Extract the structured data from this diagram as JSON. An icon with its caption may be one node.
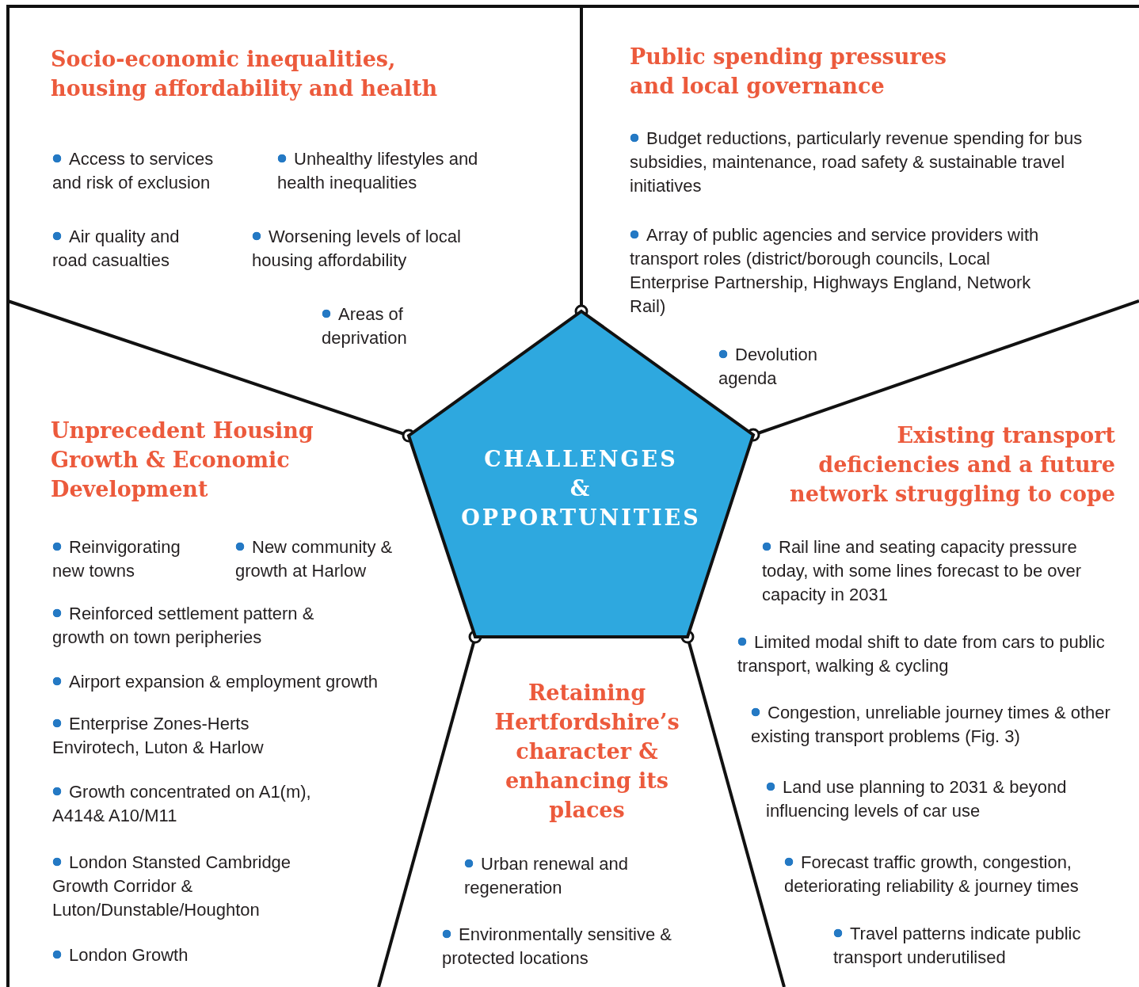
{
  "diagram": {
    "nodes": [
      {
        "text": [
          "CHALLENGES & OPPORTUNITIES"
        ]
      },
      {
        "text": [
          "Socio-economic inequalities, housing affordability and health",
          "Access to services and risk of exclusion",
          "Unhealthy lifestyles and health inequalities",
          "Air quality and road casualties",
          "Worsening levels of local housing affordability",
          "Areas of deprivation"
        ]
      },
      {
        "text": [
          "Public spending pressures and local governance",
          "Budget reductions, particularly revenue spending for bus subsidies, maintenance, road safety & sustainable travel initiatives",
          "Array of public agencies and service providers with transport roles (district/borough councils, Local Enterprise Partnership, Highways England, Network Rail)",
          "Devolution agenda"
        ]
      },
      {
        "text": [
          "Unprecedent Housing Growth & Economic Development",
          "Reinvigorating new towns",
          "New community & growth at Harlow",
          "Reinforced settlement pattern & growth on town peripheries",
          "Airport expansion & employment growth",
          "Enterprise Zones-Herts Envirotech, Luton & Harlow",
          "Growth concentrated on A1(m), A414& A10/M11",
          "London Stansted Cambridge Growth Corridor & Luton/Dunstable/Houghton",
          "London Growth"
        ]
      },
      {
        "text": [
          "Existing transport deficiencies and a future network struggling to cope",
          "Rail line and seating capacity pressure today, with some lines forecast to be over capacity in 2031",
          "Limited modal shift to date from cars to public transport, walking & cycling",
          "Congestion, unreliable journey times & other existing transport problems (Fig. 3)",
          "Land use planning to 2031 & beyond influencing levels of car use",
          "Forecast traffic growth, congestion, deteriorating reliability & journey times",
          "Travel patterns indicate public transport underutilised"
        ]
      },
      {
        "text": [
          "Retaining Hertfordshire’s character & enhancing its places",
          "Urban renewal and regeneration",
          "Environmentally sensitive & protected locations"
        ]
      }
    ],
    "edges": []
  }
}
